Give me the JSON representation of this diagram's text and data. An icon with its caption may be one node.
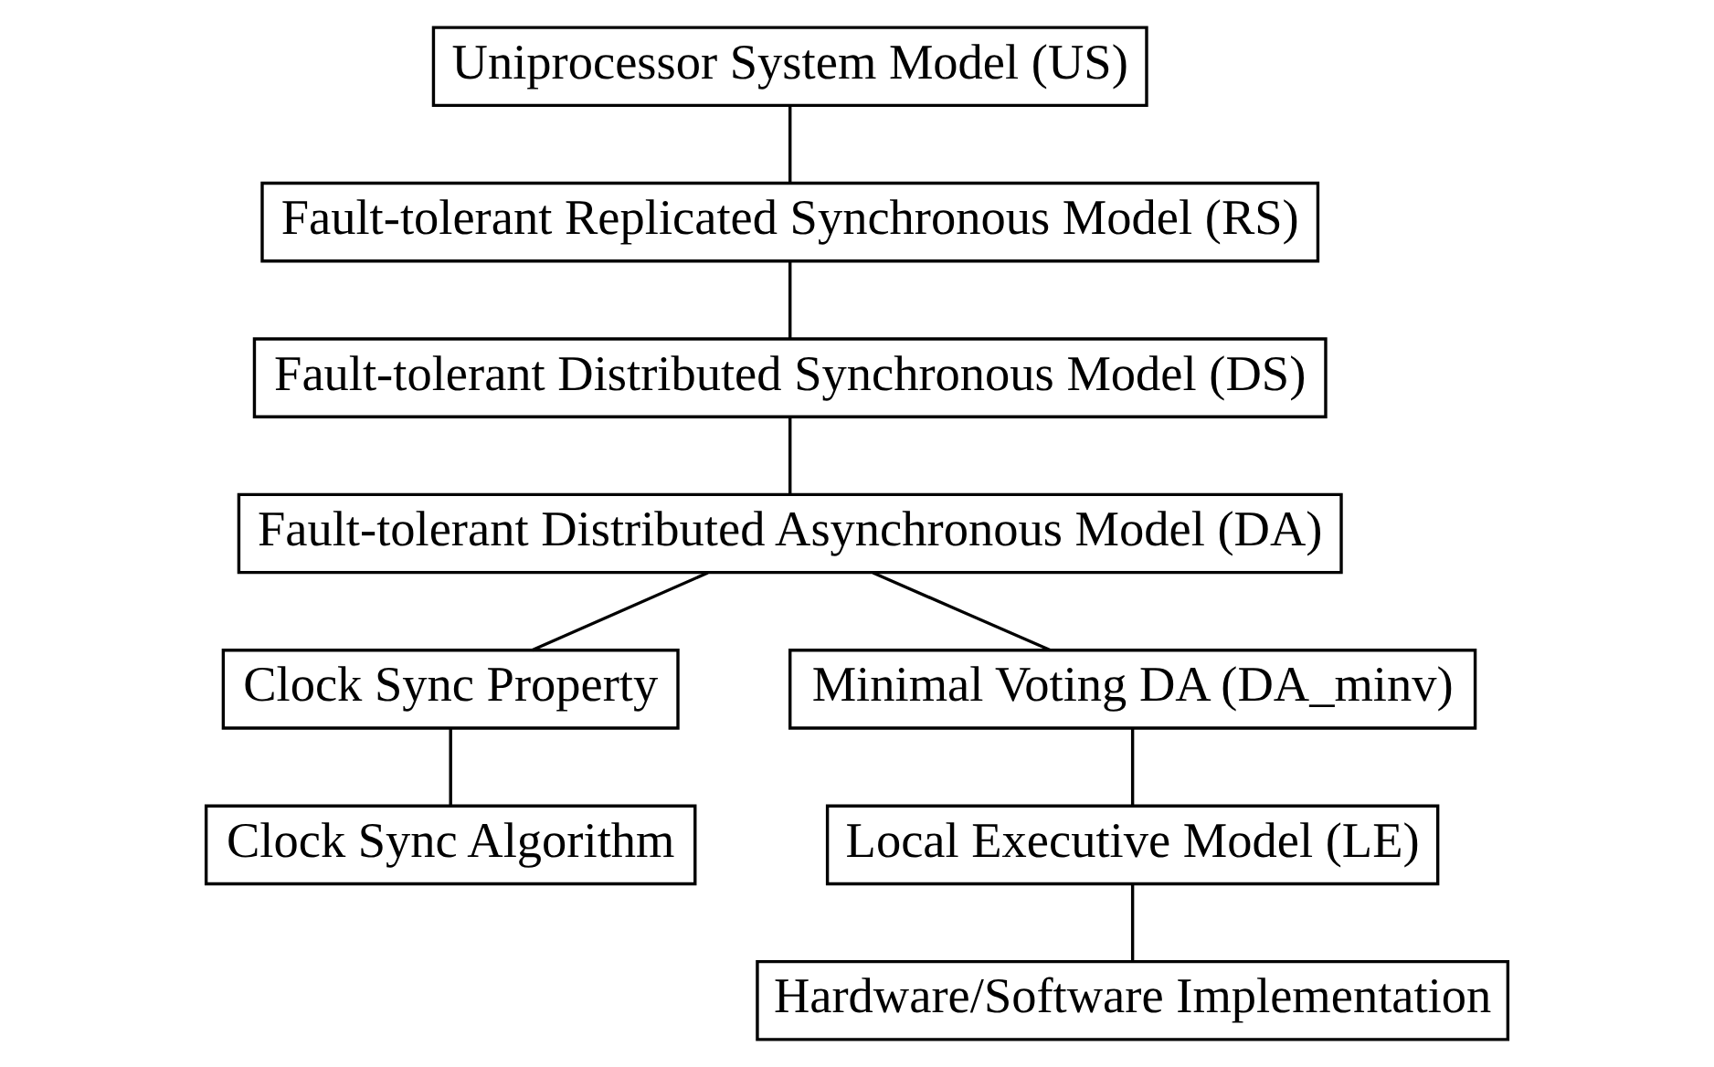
{
  "diagram": {
    "nodes": [
      {
        "text": [
          "Uniprocessor System Model (US)"
        ]
      },
      {
        "text": [
          "Fault-tolerant Replicated Synchronous Model (RS)"
        ]
      },
      {
        "text": [
          "Fault-tolerant Distributed Synchronous Model (DS)"
        ]
      },
      {
        "text": [
          "Fault-tolerant Distributed Asynchronous Model (DA)"
        ]
      },
      {
        "text": [
          "Clock Sync Property"
        ]
      },
      {
        "text": [
          "Clock Sync Algorithm"
        ]
      },
      {
        "text": [
          "Minimal Voting DA (DA_minv)"
        ]
      },
      {
        "text": [
          "Local Executive Model (LE)"
        ]
      },
      {
        "text": [
          "Hardware/Software Implementation"
        ]
      }
    ],
    "edges": [
      {
        "from": 0,
        "to": 1,
        "arrow": "none"
      },
      {
        "from": 1,
        "to": 2,
        "arrow": "none"
      },
      {
        "from": 2,
        "to": 3,
        "arrow": "none"
      },
      {
        "from": 3,
        "to": 4,
        "arrow": "none"
      },
      {
        "from": 4,
        "to": 5,
        "arrow": "none"
      },
      {
        "from": 3,
        "to": 6,
        "arrow": "none"
      },
      {
        "from": 6,
        "to": 7,
        "arrow": "none"
      },
      {
        "from": 7,
        "to": 8,
        "arrow": "none"
      }
    ]
  }
}
